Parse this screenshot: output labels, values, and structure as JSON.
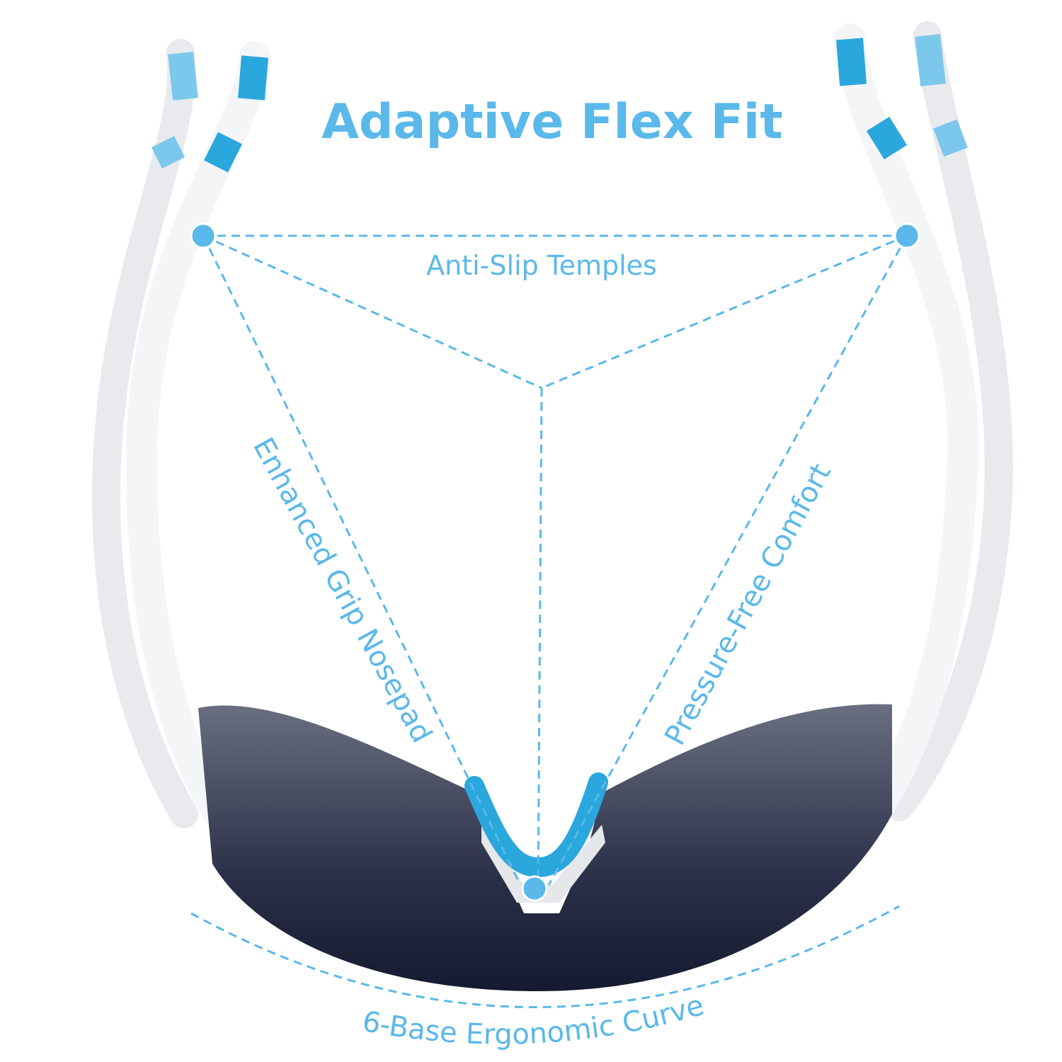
{
  "title": "Adaptive Flex Fit",
  "labels": {
    "temples": "Anti-Slip Temples",
    "nosepad": "Enhanced Grip Nosepad",
    "comfort": "Pressure-Free Comfort",
    "curve": "6-Base Ergonomic Curve"
  },
  "colors": {
    "accent": "#5bb8ea",
    "frame": "#f2f3f5",
    "lens": "#2a2f45"
  }
}
